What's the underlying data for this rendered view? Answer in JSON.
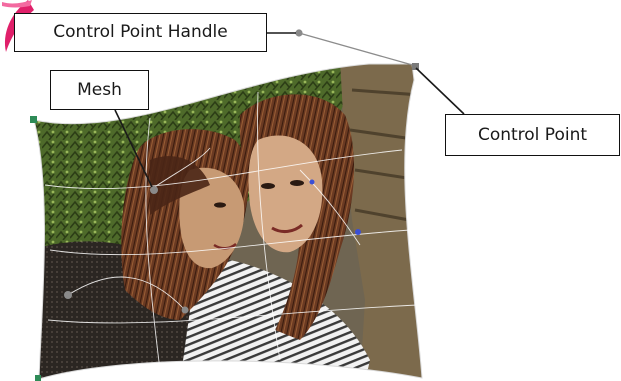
{
  "labels": {
    "control_point_handle": "Control Point Handle",
    "mesh": "Mesh",
    "control_point": "Control Point"
  },
  "colors": {
    "leader_line": "#1a1a1a",
    "mesh_line": "#ffffff",
    "handle_node": "#8a8a8a",
    "corner_anchor": "#2e8b57",
    "watermark": "#e0206a",
    "foliage": "#4e6a2a",
    "hair": "#6b3a22",
    "skin": "#caa079",
    "stripes": "#efefef"
  },
  "icons": {
    "watermark": "pink-watermark-swoosh-icon"
  }
}
